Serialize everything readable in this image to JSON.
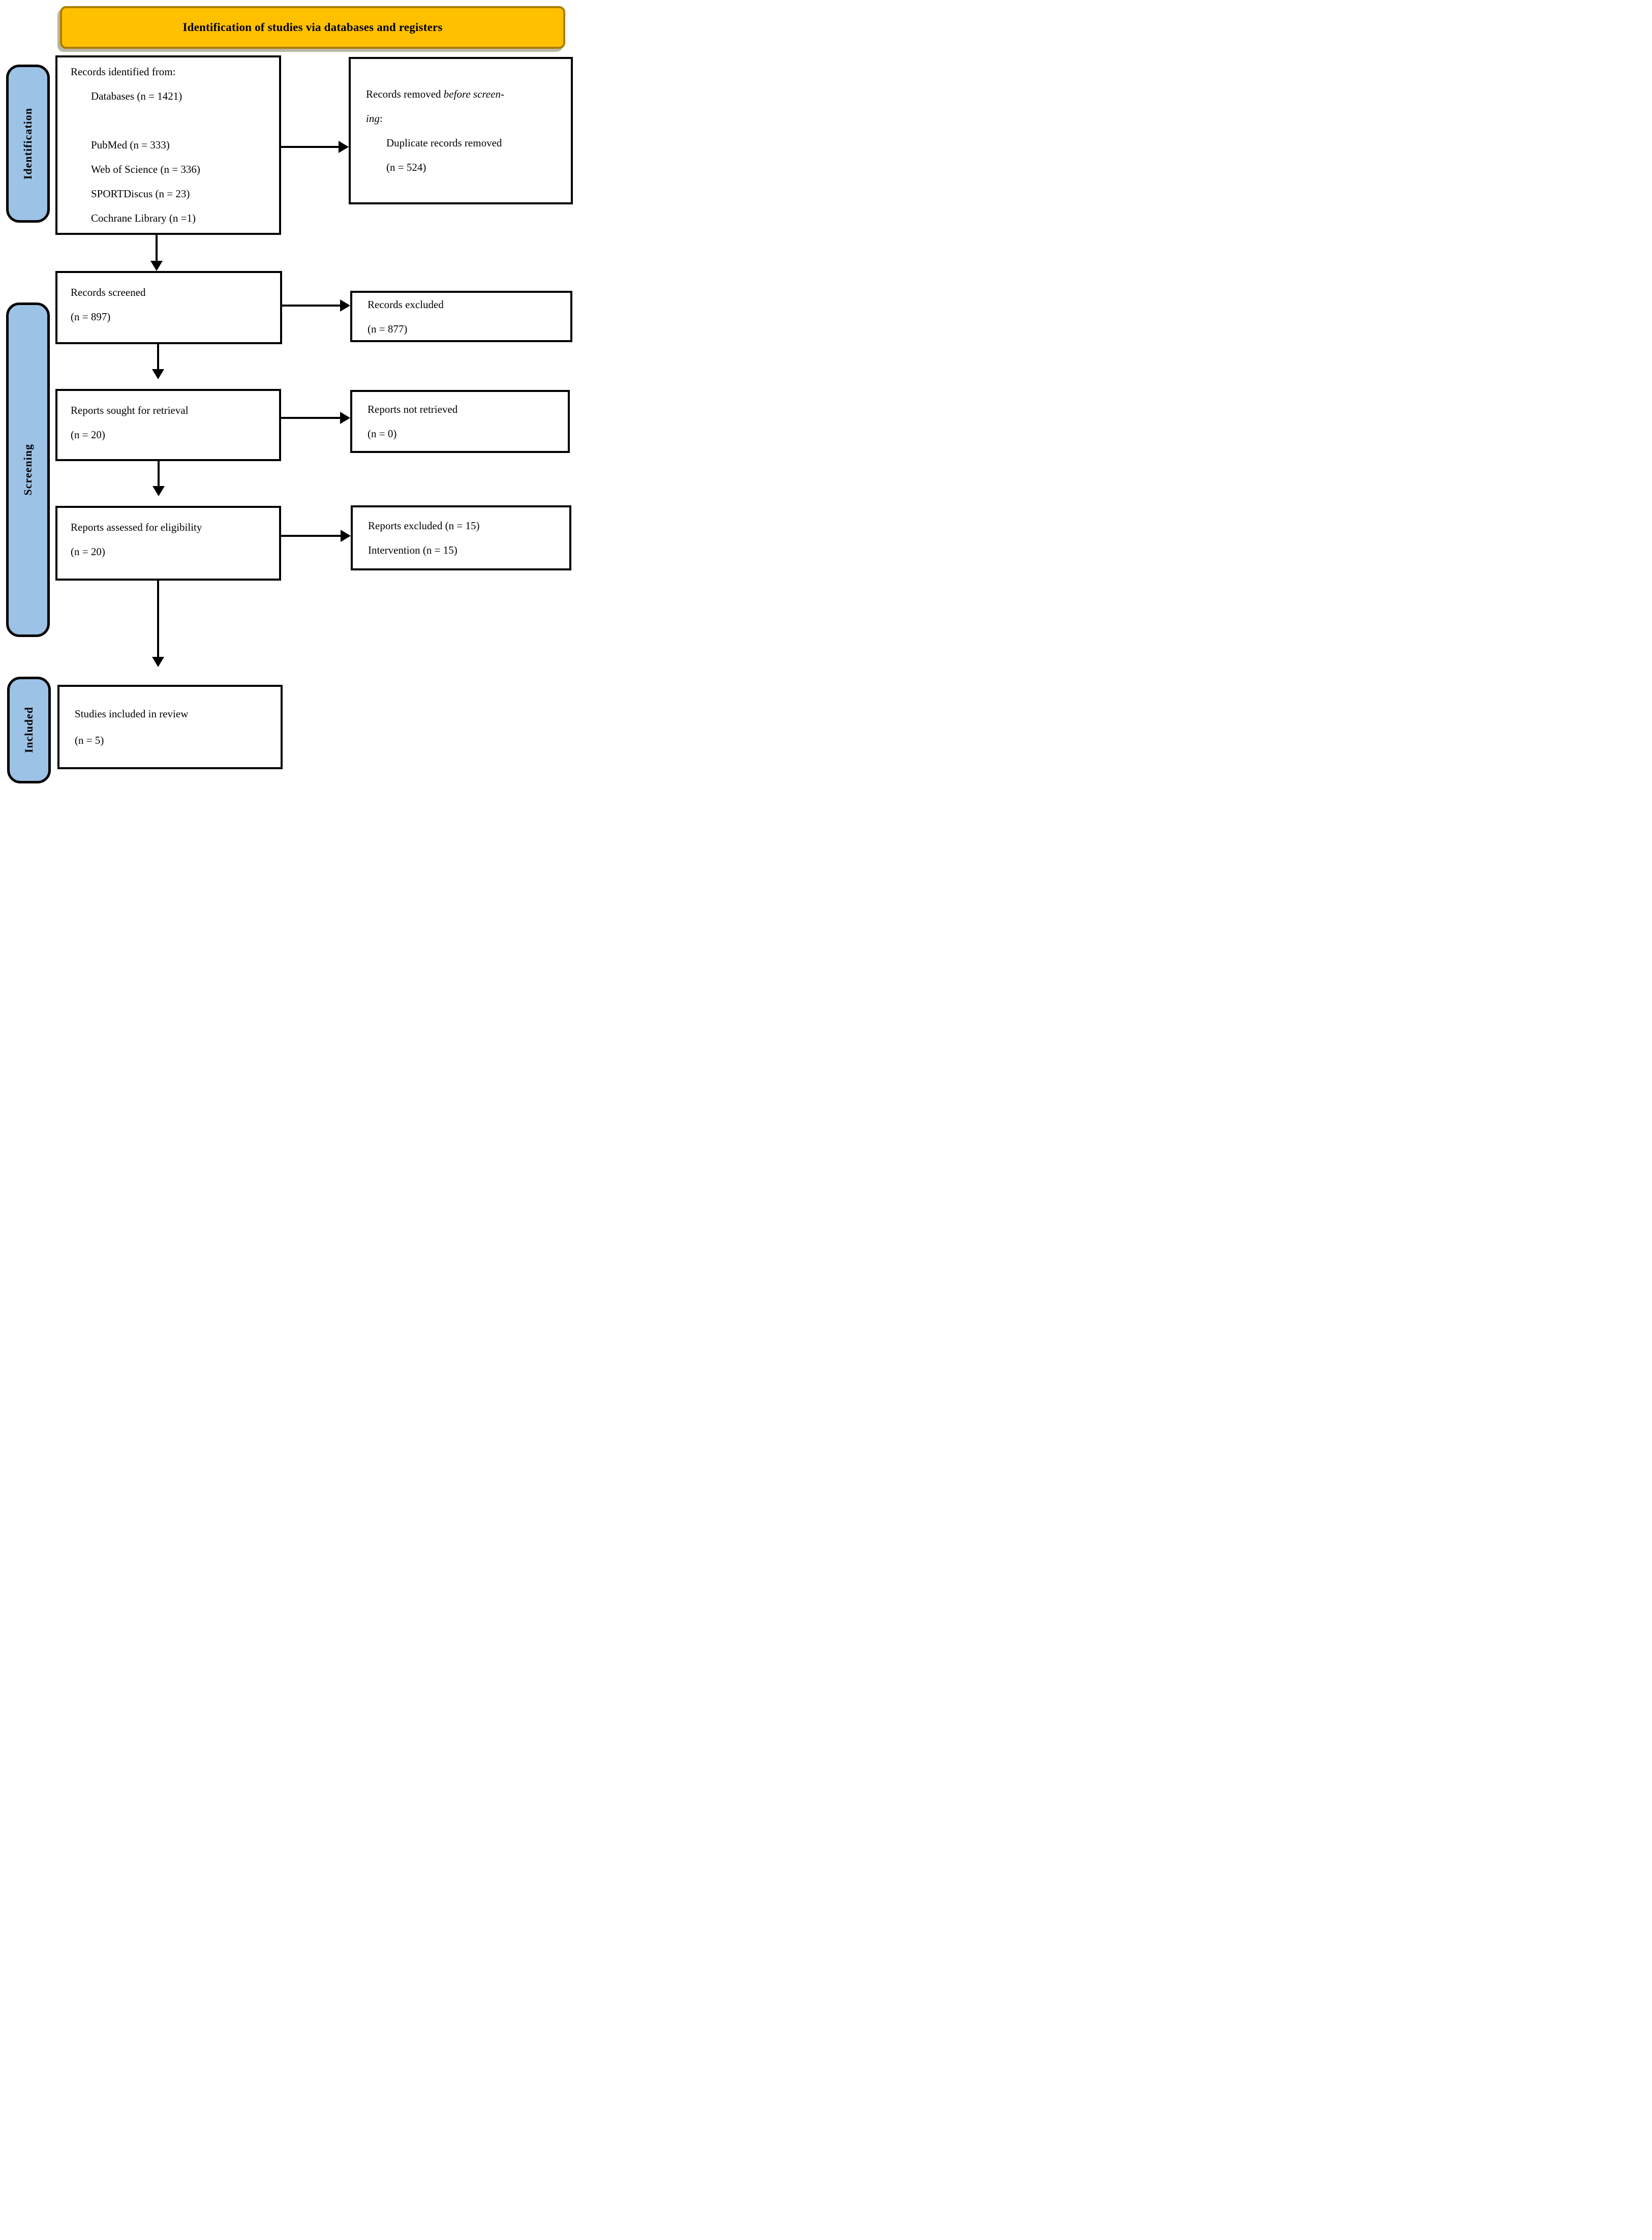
{
  "banner": {
    "title": "Identification of studies via databases and registers"
  },
  "sidebars": {
    "identification": "Identification",
    "screening": "Screening",
    "included": "Included"
  },
  "boxes": {
    "records_identified": {
      "heading": "Records identified from:",
      "databases_total": "Databases (n = 1421)",
      "sources": [
        "PubMed (n = 333)",
        "Web of Science (n = 336)",
        "SPORTDiscus (n = 23)",
        "Cochrane Library (n =1)"
      ]
    },
    "records_removed": {
      "line1_normal": "Records removed ",
      "line1_italic": "before screen-",
      "line2_italic": "ing",
      "line2_normal": ":",
      "detail": "Duplicate records removed",
      "detail_count": "(n = 524)"
    },
    "records_screened": {
      "line1": "Records screened",
      "line2": "(n = 897)"
    },
    "records_excluded": {
      "line1": "Records excluded",
      "line2": "(n = 877)"
    },
    "reports_sought": {
      "line1": "Reports sought for retrieval",
      "line2": "(n = 20)"
    },
    "reports_not_retrieved": {
      "line1": "Reports not retrieved",
      "line2": "(n = 0)"
    },
    "reports_assessed": {
      "line1": "Reports assessed for eligibility",
      "line2": "(n = 20)"
    },
    "reports_excluded_eligibility": {
      "line1": "Reports excluded (n = 15)",
      "line2": "Intervention (n = 15)"
    },
    "studies_included": {
      "line1": "Studies included in review",
      "line2": "(n = 5)"
    }
  },
  "colors": {
    "banner_fill": "#FFC000",
    "banner_border": "#A97E00",
    "sidebar_fill": "#9CC2E5",
    "box_border": "#000000"
  }
}
